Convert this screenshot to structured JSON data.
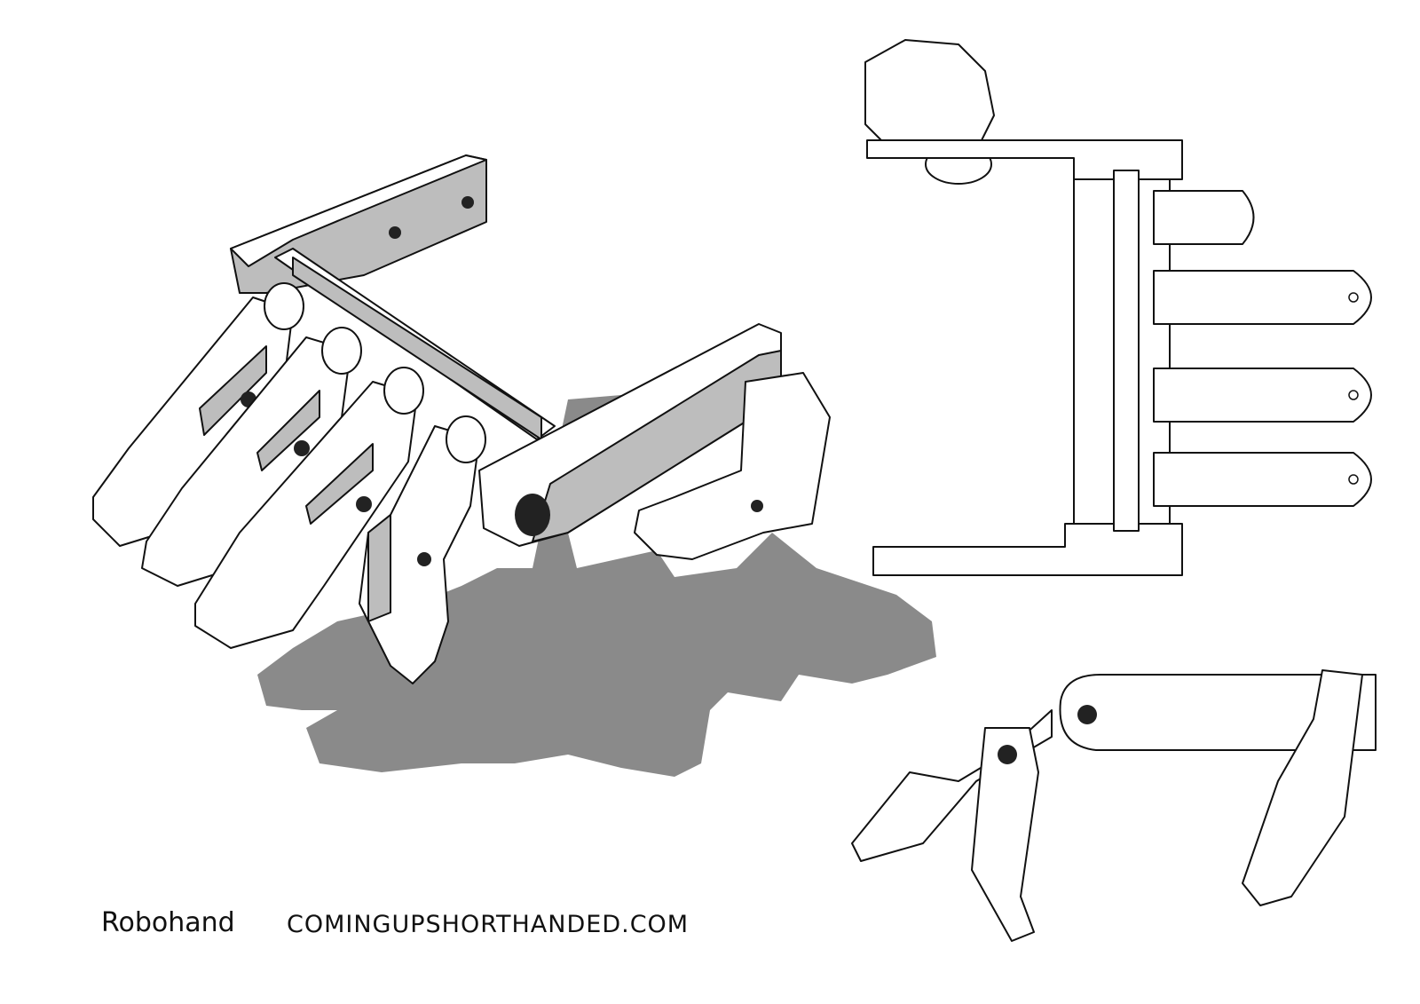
{
  "captions": {
    "title": "Robohand",
    "website": "COMINGUPSHORTHANDED.COM"
  },
  "views": [
    "isometric",
    "top",
    "side"
  ]
}
